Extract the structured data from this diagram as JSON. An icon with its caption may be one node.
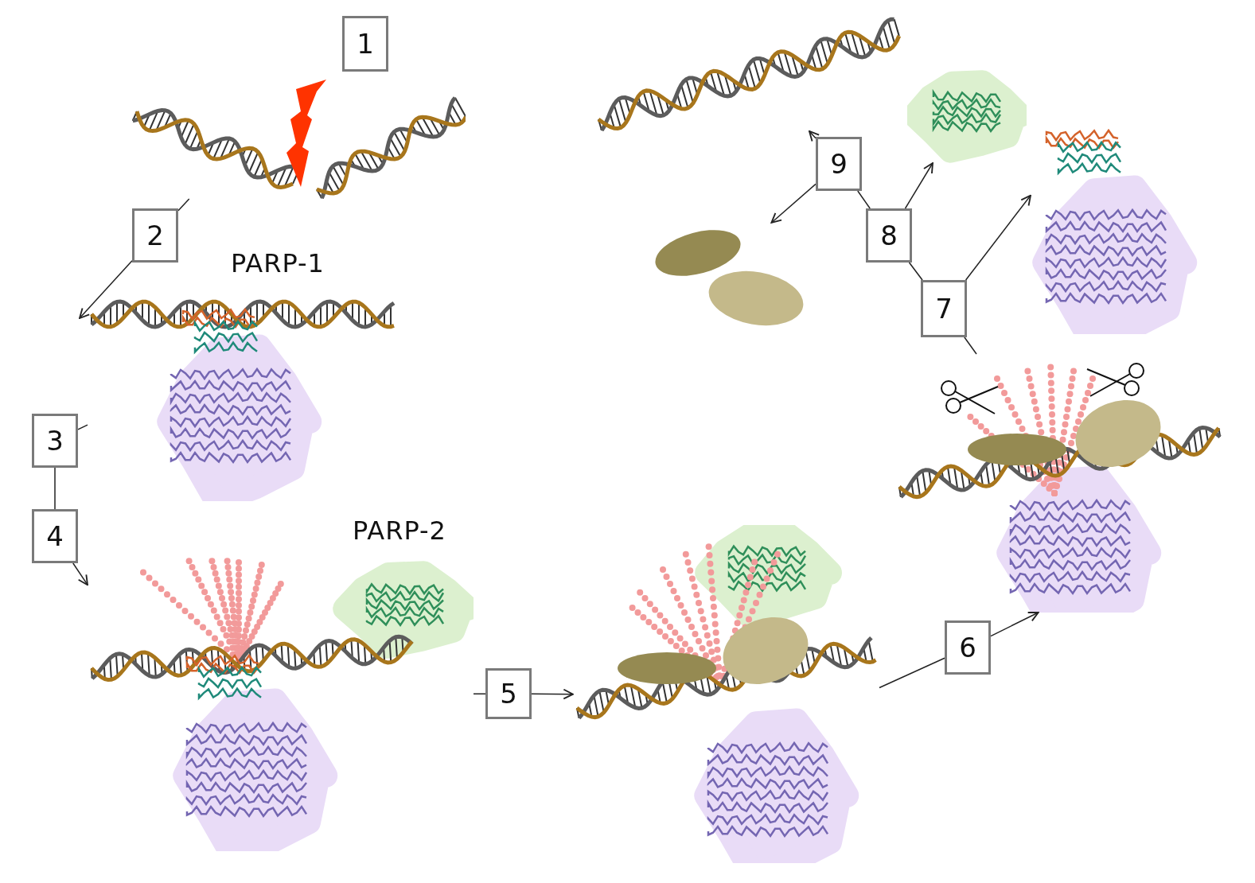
{
  "diagram": {
    "nodes": [
      {
        "text": [],
        "shape": "picture"
      },
      {
        "text": [
          "1"
        ]
      },
      {
        "text": [
          "2"
        ]
      },
      {
        "text": [],
        "shape": "picture",
        "beside": [
          "PARP-1"
        ]
      },
      {
        "text": [
          "3"
        ]
      },
      {
        "text": [
          "4"
        ]
      },
      {
        "text": [],
        "shape": "picture",
        "beside": [
          "PARP-2"
        ]
      },
      {
        "text": [
          "5"
        ]
      },
      {
        "text": [],
        "shape": "picture"
      },
      {
        "text": [
          "6"
        ]
      },
      {
        "text": [],
        "shape": "picture"
      },
      {
        "text": [
          "7"
        ]
      },
      {
        "text": [],
        "shape": "picture"
      },
      {
        "text": [
          "8"
        ]
      },
      {
        "text": [],
        "shape": "picture"
      },
      {
        "text": [
          "9"
        ]
      },
      {
        "text": [],
        "shape": "picture"
      },
      {
        "text": [],
        "shape": "picture"
      }
    ],
    "edges": [
      {
        "from": 0,
        "to": 2,
        "arrow": "none"
      },
      {
        "from": 2,
        "to": 3,
        "arrow": "to"
      },
      {
        "from": 3,
        "to": 4,
        "arrow": "none"
      },
      {
        "from": 4,
        "to": 5,
        "arrow": "none"
      },
      {
        "from": 5,
        "to": 6,
        "arrow": "to"
      },
      {
        "from": 6,
        "to": 7,
        "arrow": "none"
      },
      {
        "from": 7,
        "to": 8,
        "arrow": "to"
      },
      {
        "from": 8,
        "to": 9,
        "arrow": "none"
      },
      {
        "from": 9,
        "to": 10,
        "arrow": "to"
      },
      {
        "from": 10,
        "to": 11,
        "arrow": "none"
      },
      {
        "from": 11,
        "to": 12,
        "arrow": "to"
      },
      {
        "from": 11,
        "to": 13,
        "arrow": "none"
      },
      {
        "from": 13,
        "to": 14,
        "arrow": "to"
      },
      {
        "from": 13,
        "to": 15,
        "arrow": "none"
      },
      {
        "from": 15,
        "to": 16,
        "arrow": "to"
      },
      {
        "from": 15,
        "to": 17,
        "arrow": "to"
      }
    ]
  }
}
